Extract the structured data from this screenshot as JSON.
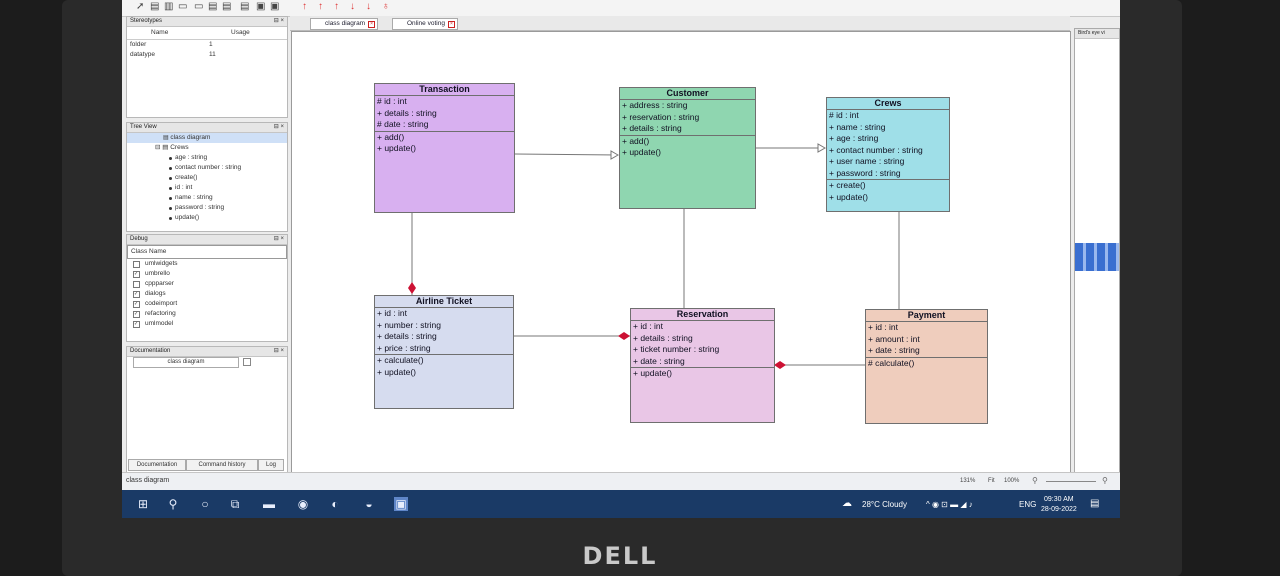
{
  "brand": "DELL",
  "stereotypes": {
    "title": "Stereotypes",
    "col_name": "Name",
    "col_usage": "Usage",
    "rows": [
      {
        "name": "folder",
        "usage": "1"
      },
      {
        "name": "datatype",
        "usage": "11"
      }
    ]
  },
  "treeview": {
    "title": "Tree View",
    "root": "class diagram",
    "node": "Crews",
    "items": [
      "age : string",
      "contact number : string",
      "create()",
      "id : int",
      "name : string",
      "password : string",
      "update()"
    ]
  },
  "debug": {
    "title": "Debug",
    "header": "Class Name",
    "items": [
      {
        "label": "umlwidgets",
        "checked": false
      },
      {
        "label": "umbrello",
        "checked": true
      },
      {
        "label": "cppparser",
        "checked": false
      },
      {
        "label": "dialogs",
        "checked": true
      },
      {
        "label": "codeimport",
        "checked": true
      },
      {
        "label": "refactoring",
        "checked": true
      },
      {
        "label": "umlmodel",
        "checked": true
      }
    ]
  },
  "documentation": {
    "title": "Documentation",
    "field": "class diagram"
  },
  "bottom_tabs": [
    "Documentation",
    "Command history",
    "Log"
  ],
  "tabs": [
    {
      "label": "class diagram"
    },
    {
      "label": "Online voting"
    }
  ],
  "right_panel_title": "Bird's eye vi",
  "classes": {
    "transaction": {
      "name": "Transaction",
      "attrs": [
        "# id : int",
        "+ details : string",
        "# date : string"
      ],
      "ops": [
        "+ add()",
        "+ update()"
      ]
    },
    "customer": {
      "name": "Customer",
      "attrs": [
        "+ address : string",
        "+ reservation : string",
        "+ details : string"
      ],
      "ops": [
        "+ add()",
        "+ update()"
      ]
    },
    "crews": {
      "name": "Crews",
      "attrs": [
        "# id : int",
        "+ name : string",
        "+ age : string",
        "+ contact number : string",
        "+ user name : string",
        "+ password : string"
      ],
      "ops": [
        "+ create()",
        "+ update()"
      ]
    },
    "airline": {
      "name": "Airline Ticket",
      "attrs": [
        "+ id : int",
        "+ number : string",
        "+ details : string",
        "+ price : string"
      ],
      "ops": [
        "+ calculate()",
        "+ update()"
      ]
    },
    "reservation": {
      "name": "Reservation",
      "attrs": [
        "+ id : int",
        "+ details : string",
        "+ ticket number : string",
        "+ date : string"
      ],
      "ops": [
        "+ update()"
      ]
    },
    "payment": {
      "name": "Payment",
      "attrs": [
        "+ id : int",
        "+ amount : int",
        "+ date : string"
      ],
      "ops": [
        "# calculate()"
      ]
    }
  },
  "status": {
    "left": "class diagram",
    "zoom": "131%",
    "fit": "Fit",
    "hundred": "100%"
  },
  "taskbar": {
    "weather": "28°C  Cloudy",
    "lang": "ENG",
    "time": "09:30 AM",
    "date": "28-09-2022"
  },
  "colors": {
    "transaction": "#d8b0f0",
    "customer": "#8fd6b0",
    "crews": "#9fdfe8",
    "airline": "#d6dcef",
    "reservation": "#e9c6e6",
    "payment": "#efcdbd",
    "association": "#cc1133",
    "taskbar": "#1a3a66"
  }
}
